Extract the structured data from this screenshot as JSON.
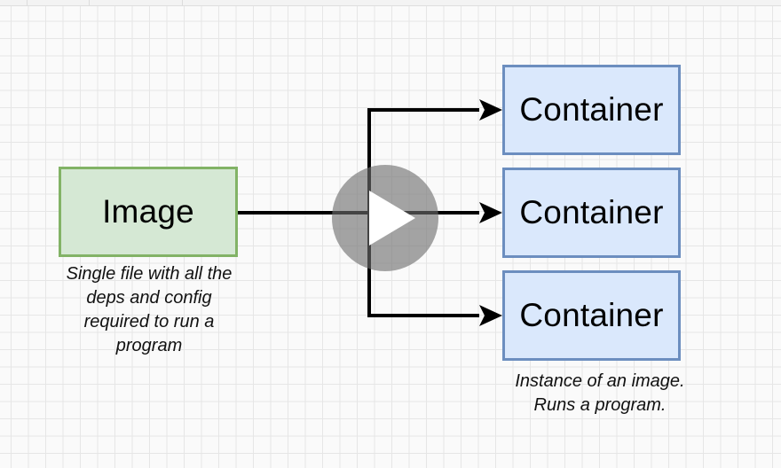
{
  "colors": {
    "image_fill": "#d5e8d4",
    "image_border": "#82b366",
    "container_fill": "#dae8fc",
    "container_border": "#6c8ebf",
    "arrow": "#000000",
    "play_overlay": "#6e6e6e"
  },
  "image_node": {
    "label": "Image",
    "caption": [
      "Single file with all the",
      "deps and config",
      "required to run a",
      "program"
    ]
  },
  "containers": [
    {
      "label": "Container"
    },
    {
      "label": "Container"
    },
    {
      "label": "Container"
    }
  ],
  "container_caption": [
    "Instance of an image.",
    "Runs a program."
  ],
  "video": {
    "control": "play-icon"
  }
}
